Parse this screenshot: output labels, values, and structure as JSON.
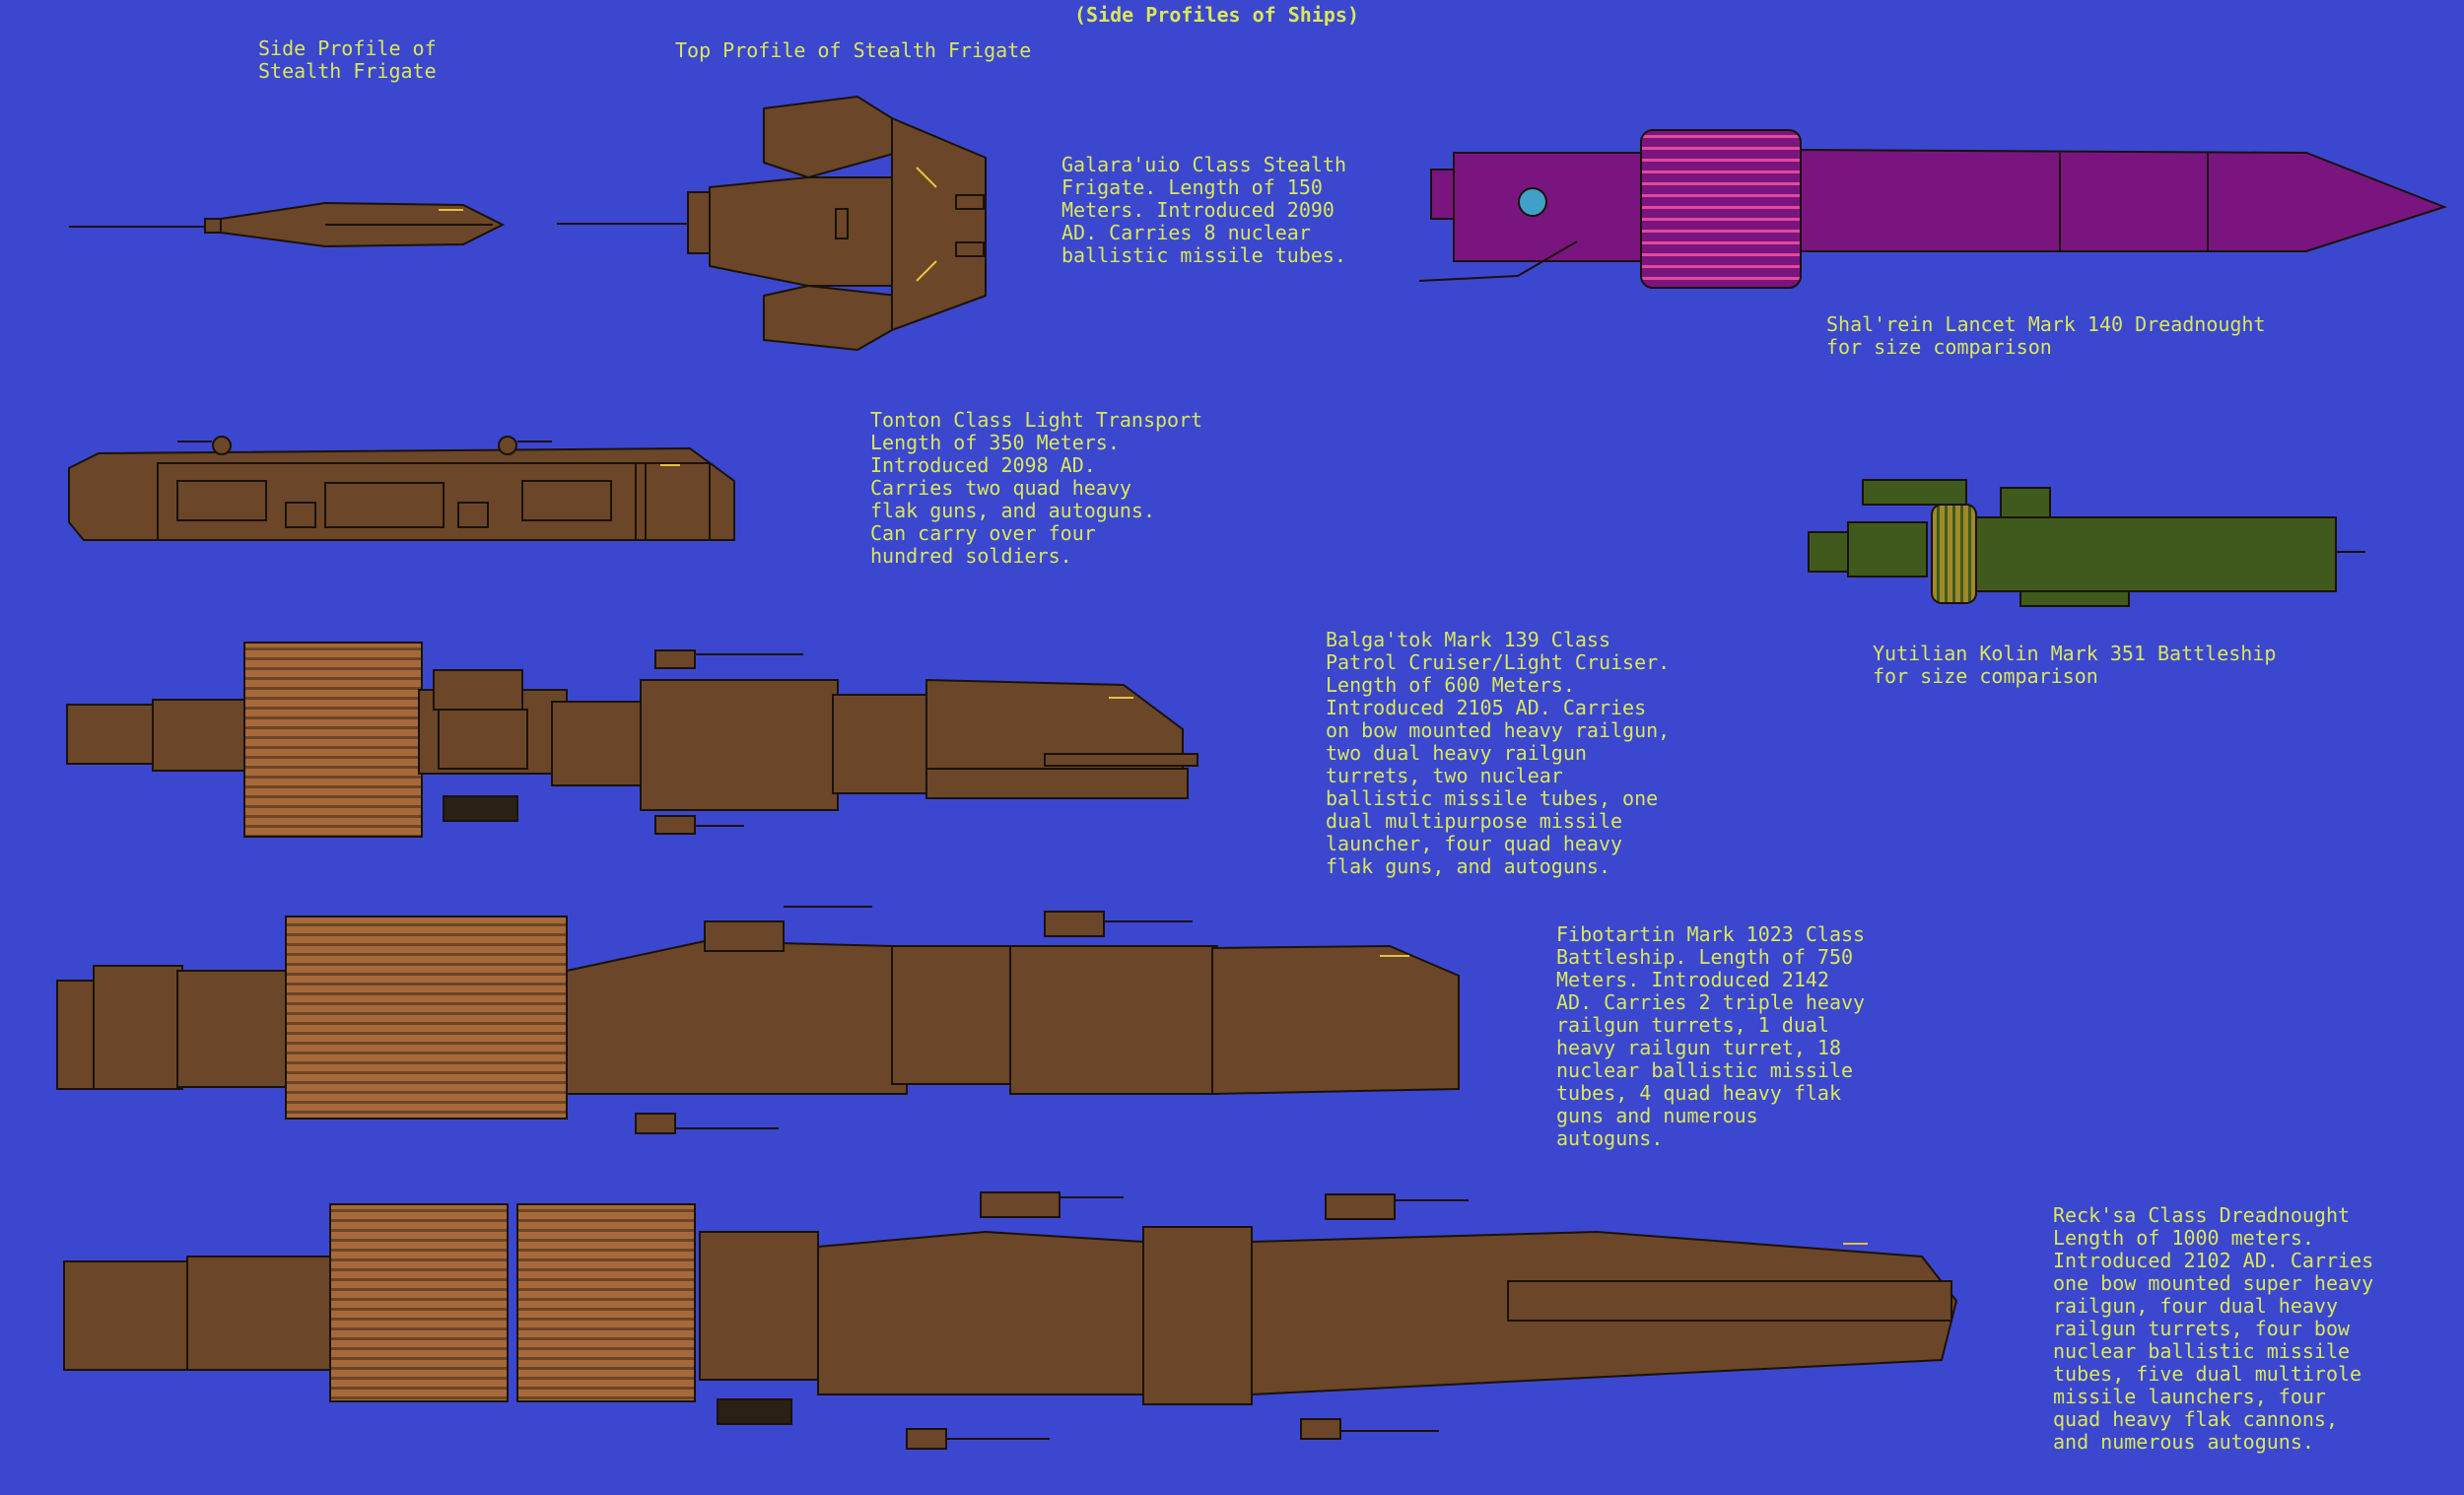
{
  "title": "(Side Profiles of Ships)",
  "labels": {
    "side_profile": "Side Profile of\nStealth Frigate",
    "top_profile": "Top Profile of Stealth Frigate"
  },
  "descriptions": {
    "galara": "Galara'uio Class Stealth\nFrigate. Length of 150\nMeters. Introduced 2090\nAD. Carries 8 nuclear\nballistic missile tubes.",
    "shalrein": "Shal'rein Lancet Mark 140 Dreadnought\nfor size comparison",
    "tonton": "Tonton Class Light Transport\nLength of 350 Meters.\nIntroduced 2098 AD.\nCarries two quad heavy\nflak guns, and autoguns.\nCan carry over four\nhundred soldiers.",
    "yutilian": "Yutilian Kolin Mark 351 Battleship\nfor size comparison",
    "balgatok": "Balga'tok Mark 139 Class\nPatrol Cruiser/Light Cruiser.\nLength of 600 Meters.\nIntroduced 2105 AD. Carries\non bow mounted heavy railgun,\ntwo dual heavy railgun\nturrets, two nuclear\nballistic missile tubes, one\ndual multipurpose missile\nlauncher, four quad heavy\nflak guns, and autoguns.",
    "fibotartin": "Fibotartin Mark 1023 Class\nBattleship. Length of 750\nMeters. Introduced 2142\nAD. Carries 2 triple heavy\nrailgun turrets, 1 dual\nheavy railgun turret, 18\nnuclear ballistic missile\ntubes, 4 quad heavy flak\nguns and numerous\nautoguns.",
    "recksa": "Reck'sa Class Dreadnought\nLength of 1000 meters.\nIntroduced 2102 AD. Carries\none bow mounted super heavy\nrailgun, four dual heavy\nrailgun turrets, four bow\nnuclear ballistic missile\ntubes, five dual multirole\nmissile launchers, four\nquad heavy flak cannons,\nand numerous autoguns."
  },
  "colors": {
    "background": "#3c47cf",
    "text": "#d8e85a",
    "hull_brown": "#6b4628",
    "armor_orange": "#a8693a",
    "dreadnought_purple": "#7a1580",
    "battleship_green": "#3f5a1c"
  }
}
